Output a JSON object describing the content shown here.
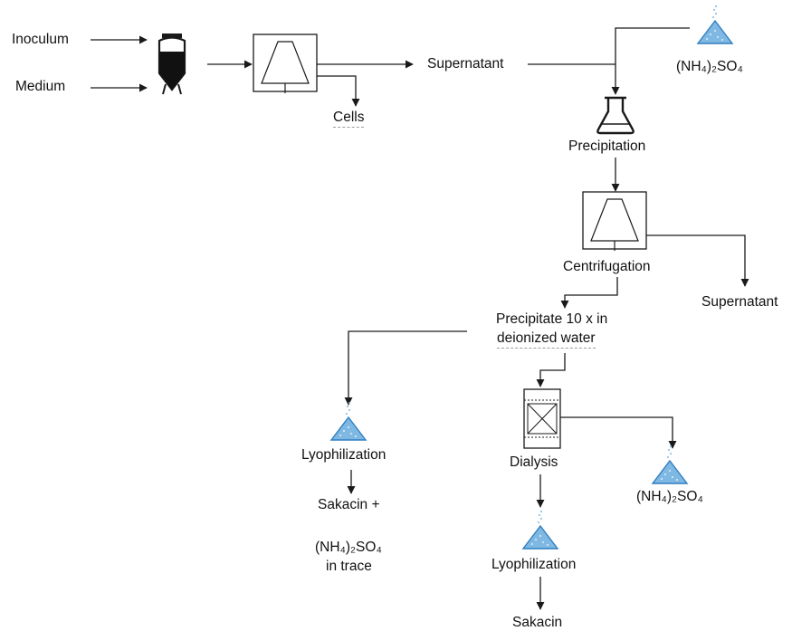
{
  "colors": {
    "line": "#1a1a1a",
    "powder": "#7fb9e3",
    "powder_edge": "#2f7fc1"
  },
  "icons": {
    "fermenter": "fermenter-icon",
    "centrifuge": "centrifuge-icon",
    "flask": "flask-icon",
    "powder": "powder-pile-icon",
    "dialysis": "dialysis-unit-icon"
  },
  "labels": {
    "inoculum": "Inoculum",
    "medium": "Medium",
    "cells": "Cells",
    "supernatant_top": "Supernatant",
    "ammonium_sulfate_top": "(NH₄)₂SO₄",
    "precipitation": "Precipitation",
    "centrifugation": "Centrifugation",
    "supernatant_right": "Supernatant",
    "precipitate_line1": "Precipitate 10 x in",
    "precipitate_line2": "deionized water",
    "lyophilization_left": "Lyophilization",
    "sakacin_plus": "Sakacin +",
    "ammonium_sulfate_trace": "(NH₄)₂SO₄",
    "in_trace": "in trace",
    "dialysis": "Dialysis",
    "ammonium_sulfate_right": "(NH₄)₂SO₄",
    "lyophilization_bottom": "Lyophilization",
    "sakacin": "Sakacin"
  }
}
